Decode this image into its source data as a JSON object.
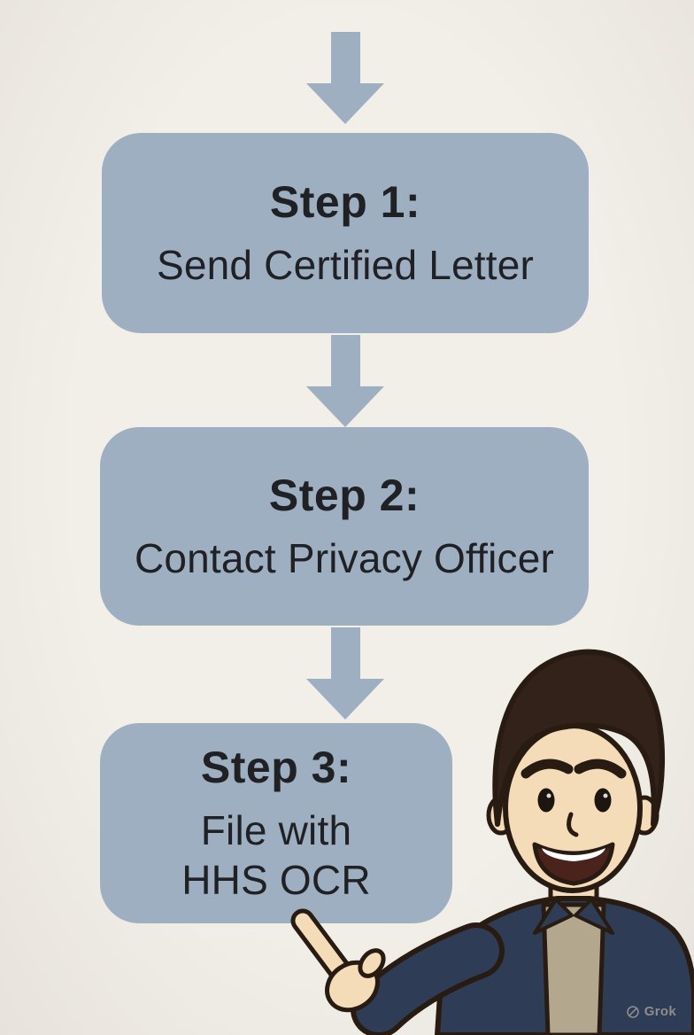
{
  "theme": {
    "background": "#f2efe9",
    "box": "#9fafc2",
    "text": "#202124",
    "watermark": "#8d8d8d",
    "skin": "#f5dcb8",
    "hair": "#33221a",
    "jacket": "#2e3c55",
    "shirt": "#b3a78e",
    "outline": "#271b12",
    "mouth": "#4a241c",
    "teeth": "#ffffff"
  },
  "flowchart": {
    "steps": [
      {
        "title": "Step 1:",
        "lines": [
          "Send Certified Letter"
        ]
      },
      {
        "title": "Step 2:",
        "lines": [
          "Contact Privacy Officer"
        ]
      },
      {
        "title": "Step 3:",
        "lines": [
          "File with",
          "HHS OCR"
        ]
      }
    ]
  },
  "illustration": {
    "name": "man-pointing"
  },
  "watermark": {
    "label": "Grok"
  }
}
